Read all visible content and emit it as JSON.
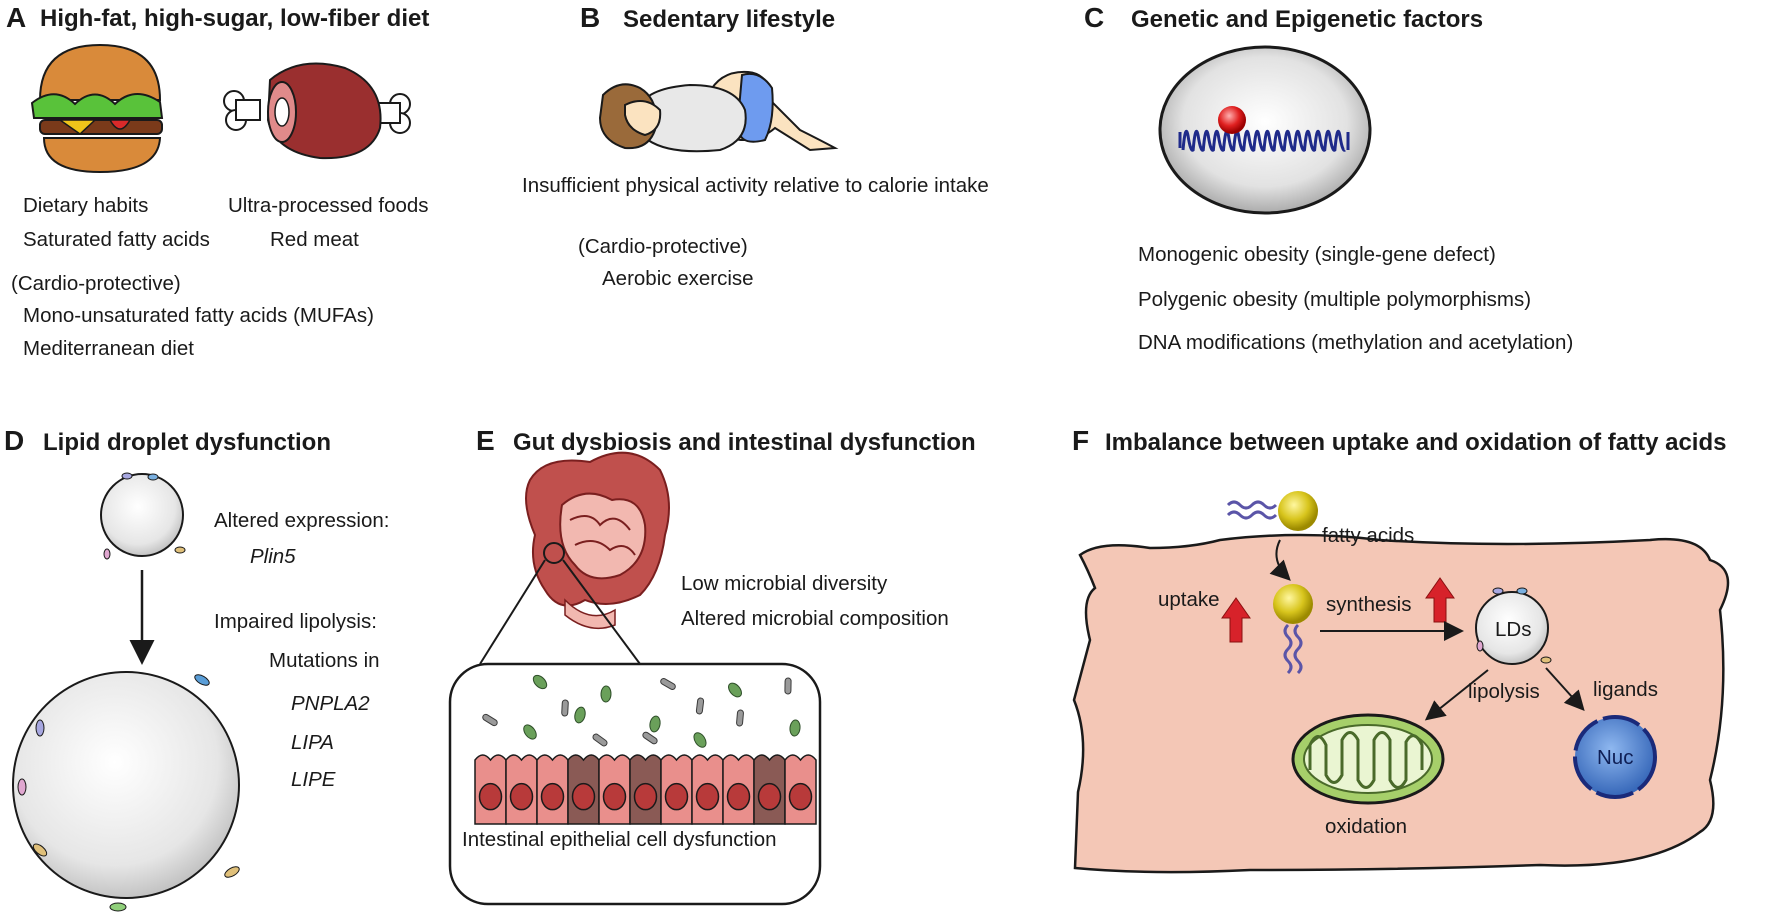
{
  "panels": {
    "A": {
      "letter": "A",
      "title": "High-fat, high-sugar, low-fiber diet",
      "items_left": [
        "Dietary habits",
        "Saturated fatty acids"
      ],
      "items_right": [
        "Ultra-processed foods",
        "Red meat"
      ],
      "protective_label": "(Cardio-protective)",
      "protective_items": [
        "Mono-unsaturated fatty acids (MUFAs)",
        "Mediterranean diet"
      ]
    },
    "B": {
      "letter": "B",
      "title": "Sedentary lifestyle",
      "description": "Insufficient physical activity relative to calorie intake",
      "protective_label": "(Cardio-protective)",
      "protective_item": "Aerobic exercise"
    },
    "C": {
      "letter": "C",
      "title": "Genetic and Epigenetic factors",
      "items": [
        "Monogenic obesity (single-gene defect)",
        "Polygenic obesity (multiple polymorphisms)",
        "DNA modifications (methylation and acetylation)"
      ]
    },
    "D": {
      "letter": "D",
      "title": "Lipid droplet dysfunction",
      "altered_label": "Altered expression:",
      "altered_gene": "Plin5",
      "impaired_label": "Impaired lipolysis:",
      "mutations_label": "Mutations in",
      "genes": [
        "PNPLA2",
        "LIPA",
        "LIPE"
      ]
    },
    "E": {
      "letter": "E",
      "title": "Gut dysbiosis and intestinal dysfunction",
      "items": [
        "Low microbial diversity",
        "Altered microbial composition"
      ],
      "inset_caption": "Intestinal epithelial cell dysfunction"
    },
    "F": {
      "letter": "F",
      "title": "Imbalance between uptake and oxidation of fatty acids",
      "fatty_acids": "fatty acids",
      "uptake": "uptake",
      "synthesis": "synthesis",
      "lds": "LDs",
      "lipolysis": "lipolysis",
      "ligands": "ligands",
      "nuc": "Nuc",
      "oxidation": "oxidation"
    }
  },
  "colors": {
    "arrow_up": "#d7222a",
    "cell": "#f4c7b6",
    "cell_border": "#1a1a1a",
    "dna": "#1f2a8a",
    "mito": "#a6cf6a",
    "nucleus": "#3f78c6",
    "fa_head": "#d8c51d",
    "fa_tail": "#5b55a8",
    "gut": "#c0504d",
    "bacteria": "#5a8c4a"
  }
}
